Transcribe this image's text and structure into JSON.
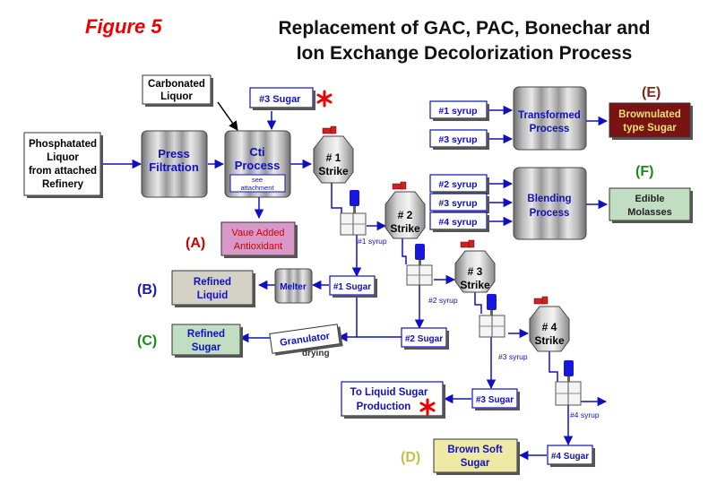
{
  "header": {
    "figure_label": "Figure 5",
    "title_line1": "Replacement of GAC, PAC, Bonechar and",
    "title_line2": "Ion Exchange Decolorization Process"
  },
  "inputs": {
    "phosphatated": [
      "Phosphatated",
      "Liquor",
      "from attached",
      "Refinery"
    ],
    "carbonated": [
      "Carbonated",
      "Liquor"
    ],
    "sugar3_top": "#3 Sugar"
  },
  "process": {
    "press": [
      "Press",
      "Filtration"
    ],
    "cti": [
      "Cti",
      "Process"
    ],
    "cti_note": [
      "see",
      "attachment"
    ],
    "transformed": [
      "Transformed",
      "Process"
    ],
    "blending": [
      "Blending",
      "Process"
    ]
  },
  "strikes": [
    {
      "num": "# 1",
      "label": "Strike",
      "syrup": "#1 syrup"
    },
    {
      "num": "# 2",
      "label": "Strike",
      "syrup": "#2 syrup"
    },
    {
      "num": "# 3",
      "label": "Strike",
      "syrup": "#3 syrup"
    },
    {
      "num": "# 4",
      "label": "Strike",
      "syrup": "#4 syrup"
    }
  ],
  "sugars": {
    "s1": "#1 Sugar",
    "s2": "#2 Sugar",
    "s3": "#3 Sugar",
    "s4": "#4 Sugar"
  },
  "units": {
    "melter": "Melter",
    "granulator": "Granulator",
    "drying": "drying"
  },
  "syrup_inputs": {
    "e1": "#1 syrup",
    "e3": "#3 syrup",
    "f2": "#2 syrup",
    "f3": "#3 syrup",
    "f4": "#4 syrup"
  },
  "products": {
    "A": {
      "letter": "(A)",
      "lines": [
        "Vaue Added",
        "Antioxidant"
      ],
      "color": "#cc0000"
    },
    "B": {
      "letter": "(B)",
      "lines": [
        "Refined",
        "Liquid"
      ],
      "color": "#1a1aaa"
    },
    "C": {
      "letter": "(C)",
      "lines": [
        "Refined",
        "Sugar"
      ],
      "color": "#1a8a1a"
    },
    "D": {
      "letter": "(D)",
      "lines": [
        "Brown Soft",
        "Sugar"
      ],
      "color": "#c8c040"
    },
    "E": {
      "letter": "(E)",
      "lines": [
        "Brownulated",
        "type Sugar"
      ],
      "color": "#7a2a1a"
    },
    "F": {
      "letter": "(F)",
      "lines": [
        "Edible",
        "Molasses"
      ],
      "color": "#1a8a1a"
    }
  },
  "liquid_sugar": [
    "To Liquid Sugar",
    "Production"
  ]
}
